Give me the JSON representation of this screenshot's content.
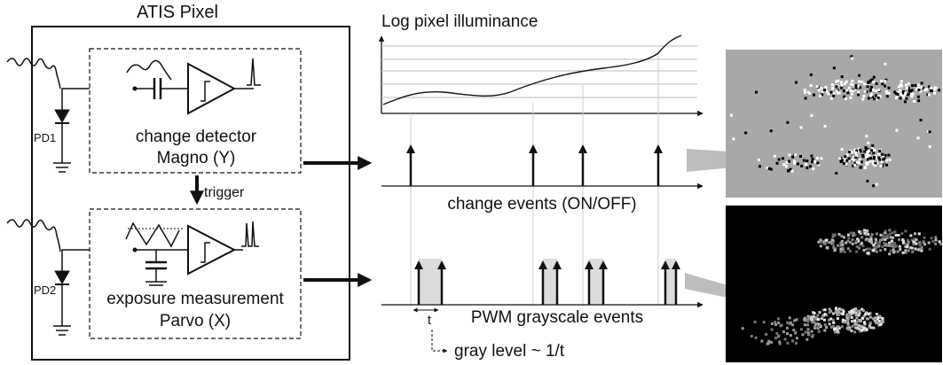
{
  "pixel": {
    "title": "ATIS Pixel",
    "photodiodes": [
      "PD1",
      "PD2"
    ],
    "change_detector": {
      "line1": "change detector",
      "line2": "Magno (Y)"
    },
    "trigger_label": "trigger",
    "exposure": {
      "line1": "exposure measurement",
      "line2": "Parvo (X)"
    }
  },
  "plots": {
    "illuminance_title": "Log pixel illuminance",
    "change_events_label": "change events (ON/OFF)",
    "pwm_label": "PWM grayscale events",
    "t_label": "t",
    "gray_level_label": "gray level ~ 1/t"
  },
  "colors": {
    "ink": "#111111",
    "grid": "#bbbbbb",
    "shade": "#dddddd",
    "arrow_gray": "#bdbdbd",
    "change_image_bg": "#a8a8a8",
    "gray_image_bg": "#000000"
  }
}
